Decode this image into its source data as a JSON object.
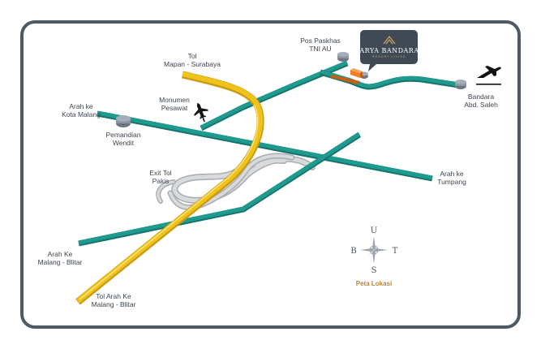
{
  "map": {
    "title": "Peta Lokasi",
    "brand": {
      "name": "ARYA BANDARA",
      "tagline": "RESORT LIVING"
    },
    "compass": {
      "north": "U",
      "south": "S",
      "east": "T",
      "west": "B"
    },
    "labels": {
      "tol_mapan": [
        "Tol",
        "Mapan - Surabaya"
      ],
      "pos_paskhas": [
        "Pos Paskhas",
        "TNI AU"
      ],
      "monumen": [
        "Monumen",
        "Pesawat"
      ],
      "bandara": [
        "Bandara",
        "Abd. Saleh"
      ],
      "arah_kota_malang": [
        "Arah ke",
        "Kota Malang"
      ],
      "pemandian": [
        "Pemandian",
        "Wendit"
      ],
      "exit_tol": [
        "Exit Tol",
        "Pakis"
      ],
      "arah_tumpang": [
        "Arah ke",
        "Tumpang"
      ],
      "arah_malang_blitar": [
        "Arah Ke",
        "Malang - Blitar"
      ],
      "tol_arah_blitar": [
        "Tol Arah Ke",
        "Malang - Blitar"
      ]
    },
    "colors": {
      "frame": "#4d5965",
      "road": "#1f9a8e",
      "road_edge": "#167369",
      "toll": "#f0c31c",
      "toll_edge": "#c99b10",
      "interchange": "#c9cccf",
      "location": "#f07f22",
      "callout": "#3f4a55",
      "text": "#3d4650",
      "legend": "#b7843c"
    }
  }
}
